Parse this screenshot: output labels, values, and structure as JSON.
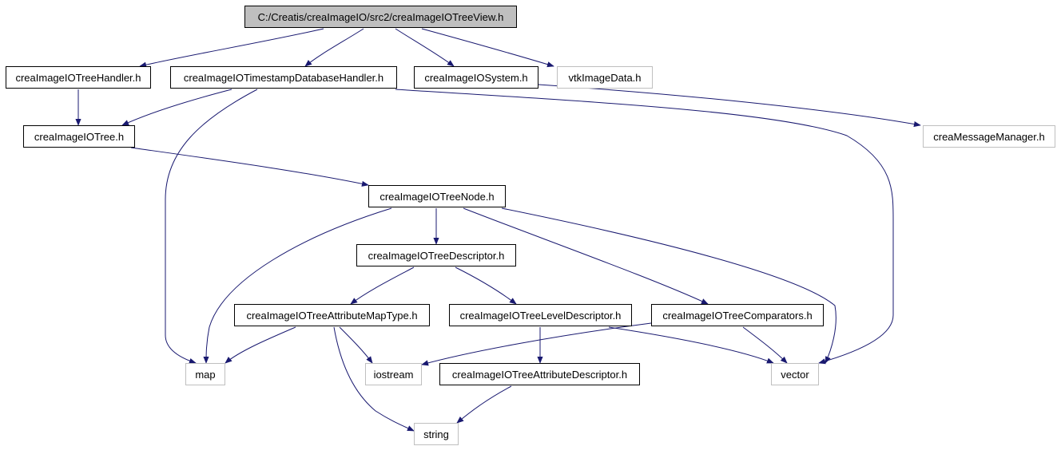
{
  "graph": {
    "colors": {
      "edge": "#191970",
      "root_fill": "#bfbfbf",
      "ext_border": "#bfbfbf",
      "node_border": "#000000"
    },
    "nodes": [
      {
        "id": "root",
        "label": "C:/Creatis/creaImageIO/src2/creaImageIOTreeView.h",
        "kind": "root"
      },
      {
        "id": "treehandler",
        "label": "creaImageIOTreeHandler.h",
        "kind": "internal"
      },
      {
        "id": "tsdb",
        "label": "creaImageIOTimestampDatabaseHandler.h",
        "kind": "internal"
      },
      {
        "id": "system",
        "label": "creaImageIOSystem.h",
        "kind": "internal"
      },
      {
        "id": "vtk",
        "label": "vtkImageData.h",
        "kind": "external"
      },
      {
        "id": "tree",
        "label": "creaImageIOTree.h",
        "kind": "internal"
      },
      {
        "id": "msg",
        "label": "creaMessageManager.h",
        "kind": "external"
      },
      {
        "id": "treenode",
        "label": "creaImageIOTreeNode.h",
        "kind": "internal"
      },
      {
        "id": "descriptor",
        "label": "creaImageIOTreeDescriptor.h",
        "kind": "internal"
      },
      {
        "id": "attrmap",
        "label": "creaImageIOTreeAttributeMapType.h",
        "kind": "internal"
      },
      {
        "id": "leveldesc",
        "label": "creaImageIOTreeLevelDescriptor.h",
        "kind": "internal"
      },
      {
        "id": "comparators",
        "label": "creaImageIOTreeComparators.h",
        "kind": "internal"
      },
      {
        "id": "map",
        "label": "map",
        "kind": "external"
      },
      {
        "id": "iostream",
        "label": "iostream",
        "kind": "external"
      },
      {
        "id": "attrdesc",
        "label": "creaImageIOTreeAttributeDescriptor.h",
        "kind": "internal"
      },
      {
        "id": "vector",
        "label": "vector",
        "kind": "external"
      },
      {
        "id": "string",
        "label": "string",
        "kind": "external"
      }
    ],
    "edges": [
      {
        "from": "root",
        "to": "treehandler"
      },
      {
        "from": "root",
        "to": "tsdb"
      },
      {
        "from": "root",
        "to": "system"
      },
      {
        "from": "root",
        "to": "vtk"
      },
      {
        "from": "treehandler",
        "to": "tree"
      },
      {
        "from": "tsdb",
        "to": "tree"
      },
      {
        "from": "tsdb",
        "to": "map"
      },
      {
        "from": "tsdb",
        "to": "vector"
      },
      {
        "from": "system",
        "to": "msg"
      },
      {
        "from": "tree",
        "to": "treenode"
      },
      {
        "from": "treenode",
        "to": "descriptor"
      },
      {
        "from": "treenode",
        "to": "map"
      },
      {
        "from": "treenode",
        "to": "comparators"
      },
      {
        "from": "treenode",
        "to": "vector"
      },
      {
        "from": "descriptor",
        "to": "attrmap"
      },
      {
        "from": "descriptor",
        "to": "leveldesc"
      },
      {
        "from": "attrmap",
        "to": "map"
      },
      {
        "from": "attrmap",
        "to": "iostream"
      },
      {
        "from": "attrmap",
        "to": "string"
      },
      {
        "from": "leveldesc",
        "to": "attrdesc"
      },
      {
        "from": "leveldesc",
        "to": "vector"
      },
      {
        "from": "comparators",
        "to": "iostream"
      },
      {
        "from": "comparators",
        "to": "vector"
      },
      {
        "from": "attrdesc",
        "to": "string"
      }
    ]
  }
}
